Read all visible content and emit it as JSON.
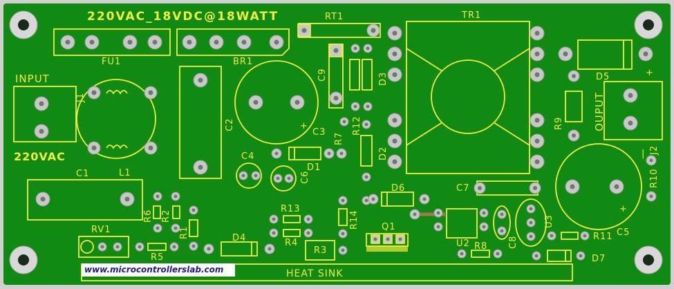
{
  "board": {
    "title": "220VAC_18VDC@18WATT",
    "colors": {
      "substrate": "#108a12",
      "silkscreen": "#f2ee3a",
      "pad": "#c8c8c8",
      "frame": "#d0d0d0"
    }
  },
  "labels": {
    "input": "INPUT",
    "input_voltage": "220VAC",
    "output": "OUPUT",
    "heatsink": "HEAT SINK",
    "plus": "+",
    "minus": "|"
  },
  "refdes": {
    "FU1": "FU1",
    "BR1": "BR1",
    "RT1": "RT1",
    "TR1": "TR1",
    "J1": "J1",
    "J2": "J2",
    "C1": "C1",
    "C2": "C2",
    "C3": "C3",
    "C4": "C4",
    "C5": "C5",
    "C6": "C6",
    "C7": "C7",
    "C8": "C8",
    "C9": "C9",
    "L1": "L1",
    "D1": "D1",
    "D2": "D2",
    "D3": "D3",
    "D4": "D4",
    "D5": "D5",
    "D6": "D6",
    "D7": "D7",
    "R1": "R1",
    "R2": "R2",
    "R3": "R3",
    "R4": "R4",
    "R5": "R5",
    "R6": "R6",
    "R7": "R7",
    "R8": "R8",
    "R9": "R9",
    "R10": "R10",
    "R11": "R11",
    "R12": "R12",
    "R13": "R13",
    "R14": "R14",
    "RV1": "RV1",
    "U2": "U2",
    "U3": "U3",
    "Q1": "Q1"
  },
  "watermark": "www.microcontrollerslab.com"
}
